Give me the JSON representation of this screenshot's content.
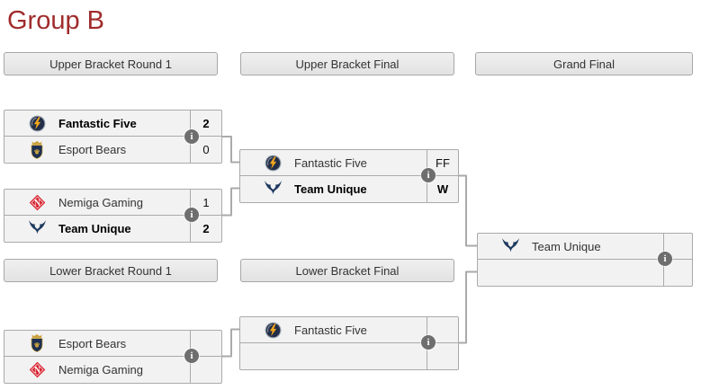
{
  "page": {
    "title": "Group B"
  },
  "round_headers": [
    {
      "label": "Upper Bracket Round 1"
    },
    {
      "label": "Upper Bracket Final"
    },
    {
      "label": "Grand Final"
    },
    {
      "label": "Lower Bracket Round 1"
    },
    {
      "label": "Lower Bracket Final"
    }
  ],
  "matches": [
    {
      "name": "upper-bracket-round1-match1",
      "slots": [
        {
          "team": "Fantastic Five",
          "score": "2",
          "winner": true
        },
        {
          "team": "Esport Bears",
          "score": "0",
          "winner": false
        }
      ]
    },
    {
      "name": "upper-bracket-round1-match2",
      "slots": [
        {
          "team": "Nemiga Gaming",
          "score": "1",
          "winner": false
        },
        {
          "team": "Team Unique",
          "score": "2",
          "winner": true
        }
      ]
    },
    {
      "name": "upper-bracket-final",
      "slots": [
        {
          "team": "Fantastic Five",
          "score": "FF",
          "winner": false
        },
        {
          "team": "Team Unique",
          "score": "W",
          "winner": true
        }
      ]
    },
    {
      "name": "grand-final",
      "slots": [
        {
          "team": "Team Unique",
          "score": "",
          "winner": false
        },
        {
          "team": "",
          "score": "",
          "winner": false
        }
      ]
    },
    {
      "name": "lower-bracket-round1-match",
      "slots": [
        {
          "team": "Esport Bears",
          "score": "",
          "winner": false
        },
        {
          "team": "Nemiga Gaming",
          "score": "",
          "winner": false
        }
      ]
    },
    {
      "name": "lower-bracket-final",
      "slots": [
        {
          "team": "Fantastic Five",
          "score": "",
          "winner": false
        },
        {
          "team": "",
          "score": "",
          "winner": false
        }
      ]
    }
  ],
  "icons": {
    "info_glyph": "i",
    "nemiga_letter": "N",
    "fantastic_five": "lightning-badge",
    "esport_bears": "crowned-shield",
    "nemiga_gaming": "red-diamond-n",
    "team_unique": "blue-horns-u"
  },
  "colors": {
    "title": "#a02c2c",
    "row_bg": "#f2f2f2",
    "border": "#aaaaaa",
    "header_bg": "#e9e9e9",
    "winner_text": "#000000",
    "text": "#333333",
    "connector": "#aaaaaa",
    "info_bg": "#6e6e6e",
    "ff_bolt": "#f7a81b",
    "badge_navy": "#232f49",
    "nemiga_red": "#d6202c",
    "unique_blue": "#1e3a5f",
    "bears_gold": "#c9a23f"
  }
}
